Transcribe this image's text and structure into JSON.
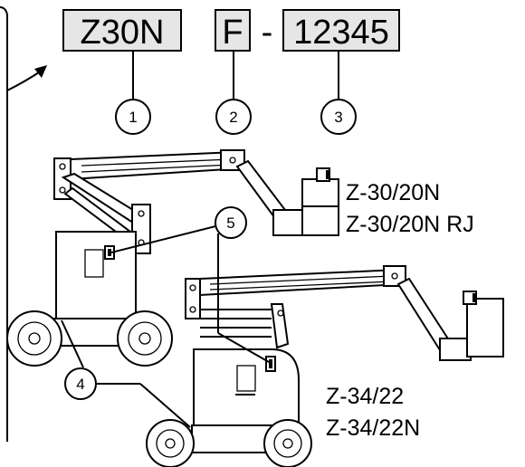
{
  "serial_label": {
    "model_code": "Z30N",
    "facility_code": "F",
    "separator": "-",
    "sequence_number": "12345"
  },
  "callouts": [
    "1",
    "2",
    "3",
    "4",
    "5"
  ],
  "models": {
    "upper": [
      "Z-30/20N",
      "Z-30/20N RJ"
    ],
    "lower": [
      "Z-34/22",
      "Z-34/22N"
    ]
  }
}
